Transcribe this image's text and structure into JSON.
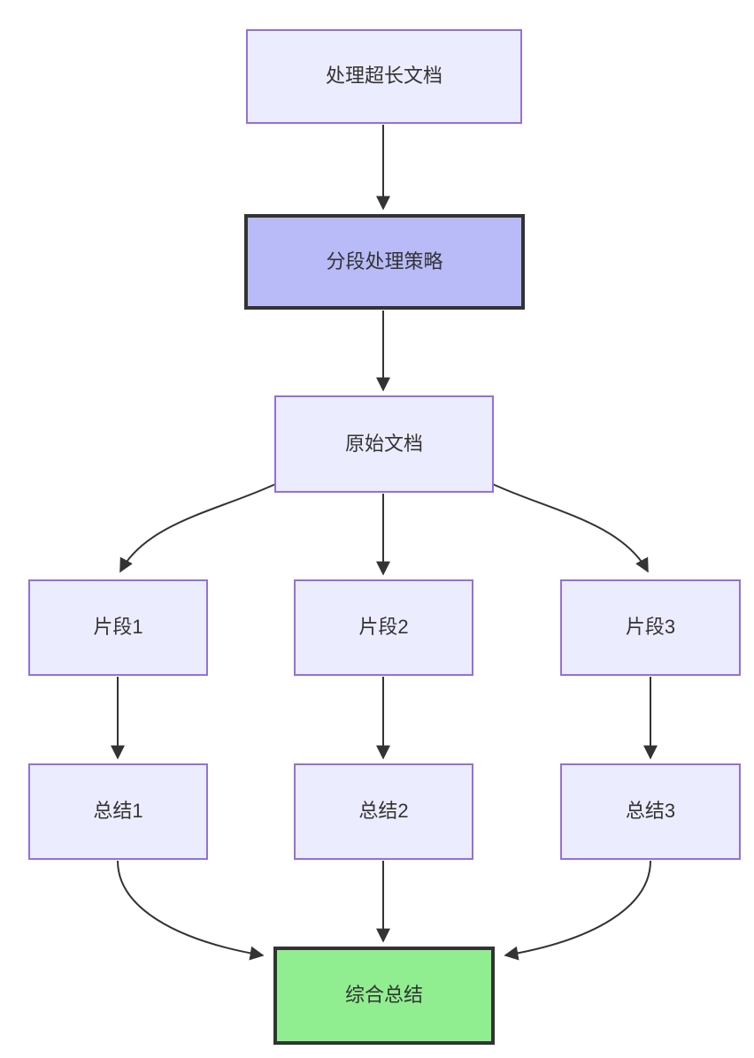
{
  "diagram": {
    "type": "flowchart",
    "direction": "top-down",
    "background": "#ffffff",
    "edge_color": "#333333",
    "text_color": "#333333"
  },
  "styles": {
    "default_fill": "#ECECFF",
    "default_border": "#9370DB",
    "highlight_fill": "#b8bbf8",
    "highlight_border": "#333333",
    "success_fill": "#90EE90",
    "success_border": "#333333"
  },
  "nodes": {
    "process_doc": {
      "label": "处理超长文档",
      "style": "default"
    },
    "strategy": {
      "label": "分段处理策略",
      "style": "highlight"
    },
    "original_doc": {
      "label": "原始文档",
      "style": "default"
    },
    "frag1": {
      "label": "片段1",
      "style": "default"
    },
    "frag2": {
      "label": "片段2",
      "style": "default"
    },
    "frag3": {
      "label": "片段3",
      "style": "default"
    },
    "sum1": {
      "label": "总结1",
      "style": "default"
    },
    "sum2": {
      "label": "总结2",
      "style": "default"
    },
    "sum3": {
      "label": "总结3",
      "style": "default"
    },
    "final_summary": {
      "label": "综合总结",
      "style": "success"
    }
  },
  "edges": [
    {
      "from": "process_doc",
      "to": "strategy"
    },
    {
      "from": "strategy",
      "to": "original_doc"
    },
    {
      "from": "original_doc",
      "to": "frag1"
    },
    {
      "from": "original_doc",
      "to": "frag2"
    },
    {
      "from": "original_doc",
      "to": "frag3"
    },
    {
      "from": "frag1",
      "to": "sum1"
    },
    {
      "from": "frag2",
      "to": "sum2"
    },
    {
      "from": "frag3",
      "to": "sum3"
    },
    {
      "from": "sum1",
      "to": "final_summary"
    },
    {
      "from": "sum2",
      "to": "final_summary"
    },
    {
      "from": "sum3",
      "to": "final_summary"
    }
  ]
}
